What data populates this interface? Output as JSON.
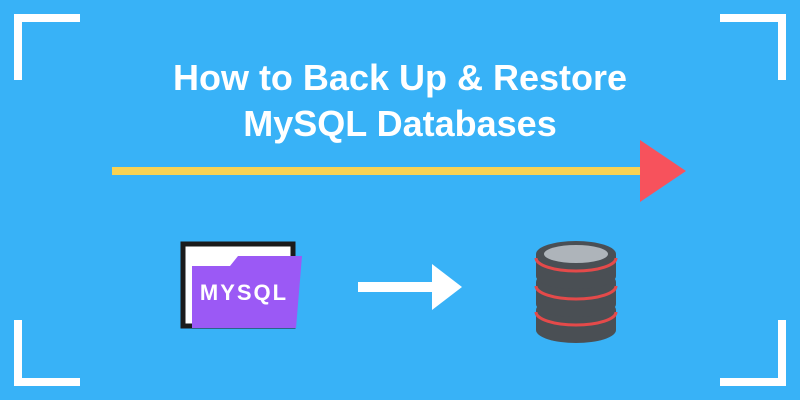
{
  "title": {
    "line1": "How to Back Up & Restore",
    "line2": "MySQL Databases"
  },
  "folder": {
    "label": "MYSQL",
    "icon": "folder-icon"
  },
  "icons": [
    "corner-bracket",
    "long-arrow-icon",
    "folder-icon",
    "right-arrow-icon",
    "database-icon"
  ],
  "colors": {
    "background": "#38b2f7",
    "arrow_line": "#f8d253",
    "arrow_head": "#f7525c",
    "folder_front": "#9b59f5",
    "folder_back_outline": "#1b1b1b",
    "database_body": "#4a4f54",
    "database_top": "#aeb4ba",
    "database_stripe": "#e44a4a",
    "white": "#ffffff"
  }
}
